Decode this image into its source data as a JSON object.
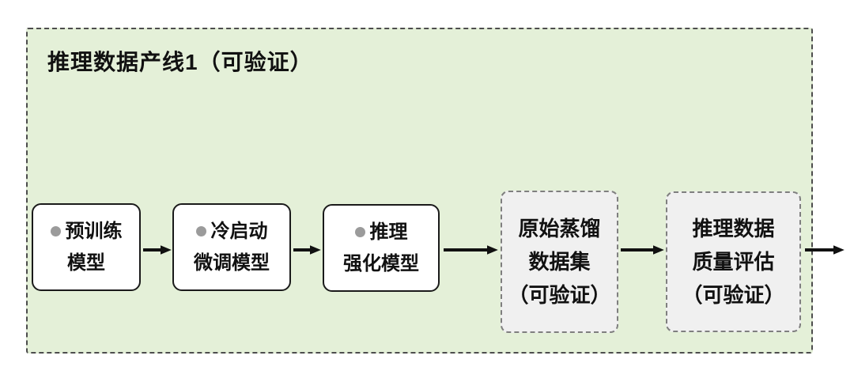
{
  "panel": {
    "title": "推理数据产线1（可验证）"
  },
  "nodes": [
    {
      "id": "pretrained-model",
      "kind": "model",
      "lines": [
        "预训练",
        "模型"
      ]
    },
    {
      "id": "cold-start-finetuned-model",
      "kind": "model",
      "lines": [
        "冷启动",
        "微调模型"
      ]
    },
    {
      "id": "reasoning-rl-model",
      "kind": "model",
      "lines": [
        "推理",
        "强化模型"
      ]
    },
    {
      "id": "raw-distilled-dataset",
      "kind": "dataset",
      "lines": [
        "原始蒸馏",
        "数据集",
        "（可验证）"
      ]
    },
    {
      "id": "reasoning-data-quality-eval",
      "kind": "dataset",
      "lines": [
        "推理数据",
        "质量评估",
        "（可验证）"
      ]
    }
  ],
  "colors": {
    "page_bg": "#ffffff",
    "panel_bg": "#e4f0d8",
    "panel_border": "#4d4d4d",
    "model_bg": "#ffffff",
    "model_border": "#1a1a1a",
    "dataset_bg": "#f0f0f0",
    "dataset_border": "#7f7f7f",
    "bullet": "#9b9b9b",
    "arrow": "#111111",
    "text": "#111111"
  }
}
